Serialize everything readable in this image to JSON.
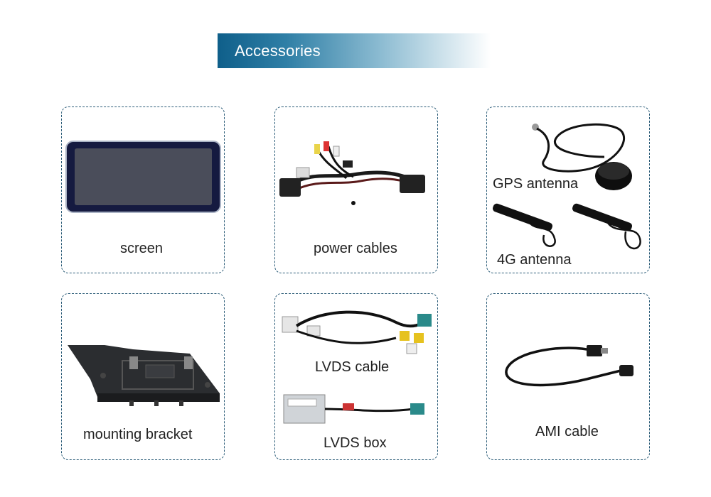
{
  "header": {
    "title": "Accessories"
  },
  "items": [
    {
      "label": "screen"
    },
    {
      "label": "power cables"
    },
    {
      "label": "GPS antenna",
      "label2": "4G antenna"
    },
    {
      "label": "mounting bracket"
    },
    {
      "label": "LVDS cable",
      "label2": "LVDS box"
    },
    {
      "label": "AMI cable"
    }
  ]
}
